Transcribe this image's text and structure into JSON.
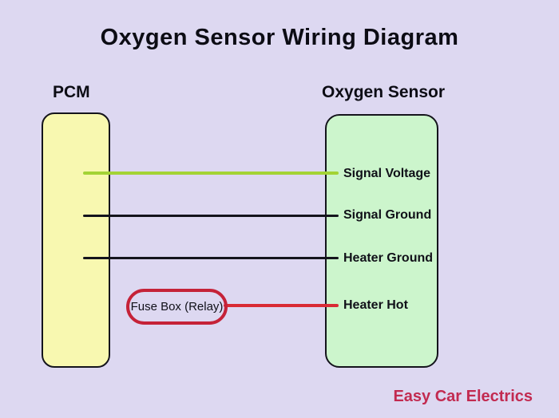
{
  "title": "Oxygen Sensor Wiring Diagram",
  "pcm": {
    "label": "PCM"
  },
  "sensor": {
    "label": "Oxygen Sensor"
  },
  "wires": [
    {
      "label": "Signal Voltage",
      "color": "#a3d335"
    },
    {
      "label": "Signal Ground",
      "color": "#14141c"
    },
    {
      "label": "Heater Ground",
      "color": "#14141c"
    },
    {
      "label": "Heater Hot",
      "color": "#d92b35"
    }
  ],
  "fuse": {
    "label": "Fuse Box (Relay)",
    "outline_color": "#c52238"
  },
  "footer": {
    "label": "Easy Car Electrics",
    "color": "#c22a50"
  },
  "colors": {
    "background": "#ddd8f1",
    "pcm_fill": "#f8f8b0",
    "sensor_fill": "#ccf5cc",
    "box_border": "#14141c"
  }
}
